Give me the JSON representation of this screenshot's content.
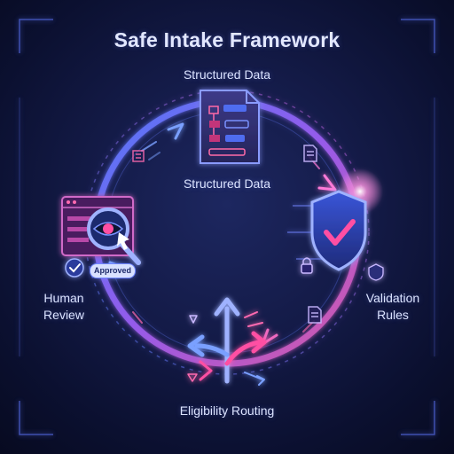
{
  "title": "Safe Intake Framework",
  "nodes": {
    "top": "Structured Data",
    "center": "Structured Data",
    "left": "Human Review",
    "right": "Validation Rules",
    "bottom": "Eligibility Routing"
  },
  "badge": "Approved",
  "colors": {
    "background": "#0c1230",
    "ring_blue": "#4f7dff",
    "ring_pink": "#d65bc8",
    "accent_magenta": "#e0398f",
    "text": "#dbe3ff"
  },
  "icons": [
    "document-icon",
    "shield-check-icon",
    "magnifier-eye-icon",
    "routing-arrows-icon",
    "checkmark-icon",
    "lock-icon"
  ]
}
